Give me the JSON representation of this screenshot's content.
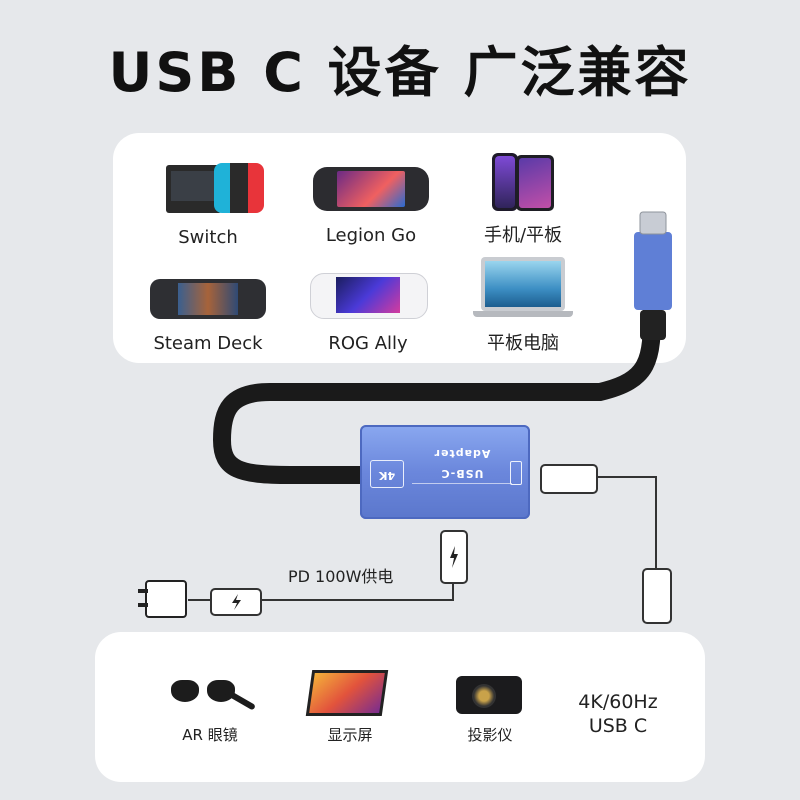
{
  "title": "USB C 设备 广泛兼容",
  "top_devices": [
    {
      "label": "Switch",
      "icon": "switch-console-icon"
    },
    {
      "label": "Legion Go",
      "icon": "legion-go-icon"
    },
    {
      "label": "手机/平板",
      "icon": "phone-tablet-icon"
    },
    {
      "label": "Steam Deck",
      "icon": "steam-deck-icon"
    },
    {
      "label": "ROG Ally",
      "icon": "rog-ally-icon"
    },
    {
      "label": "平板电脑",
      "icon": "laptop-icon"
    }
  ],
  "adapter": {
    "badge": "4K",
    "text": "USB-C Adapter",
    "color": "#6b87dc"
  },
  "power": {
    "label": "PD 100W供电"
  },
  "bottom_devices": [
    {
      "label": "AR 眼镜",
      "icon": "ar-glasses-icon"
    },
    {
      "label": "显示屏",
      "icon": "portable-monitor-icon"
    },
    {
      "label": "投影仪",
      "icon": "projector-icon"
    }
  ],
  "spec": {
    "line1": "4K/60Hz",
    "line2": "USB C"
  }
}
